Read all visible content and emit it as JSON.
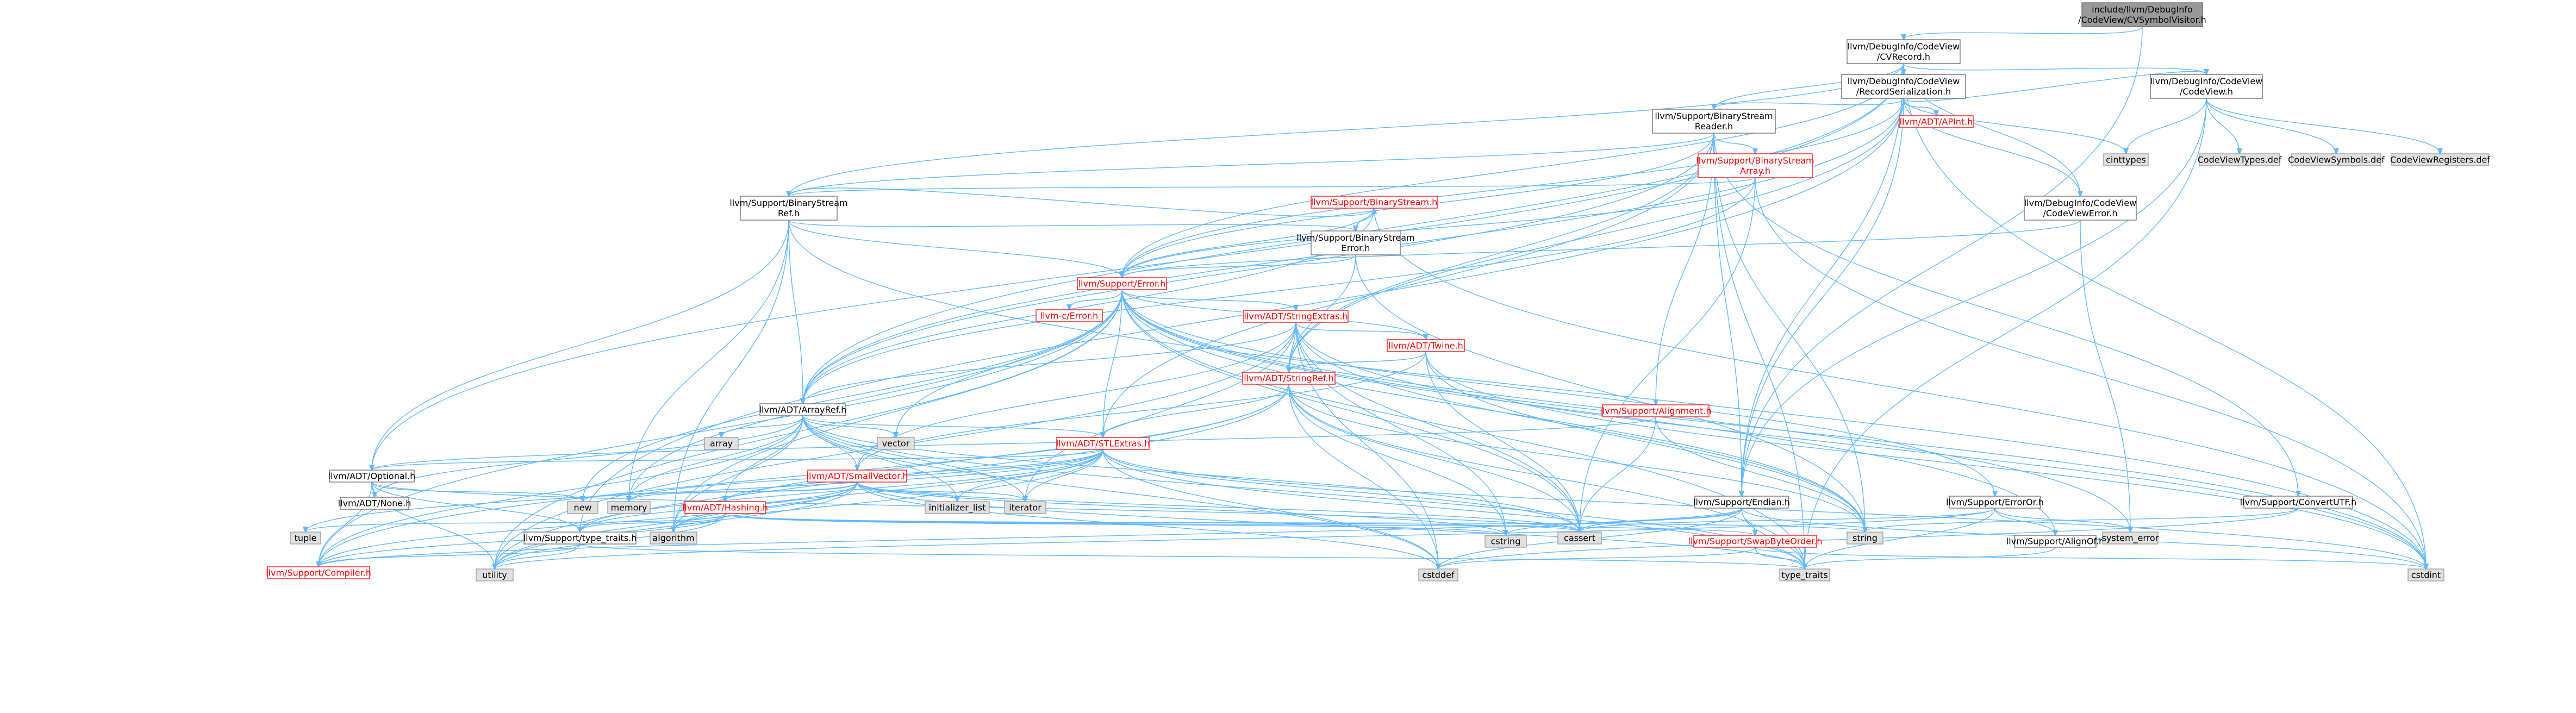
{
  "diagram": {
    "nodes": [
      {
        "id": "root",
        "lines": [
          "include/llvm/DebugInfo",
          "/CodeView/CVSymbolVisitor.h"
        ],
        "kind": "hl"
      },
      {
        "id": "cvrecord",
        "lines": [
          "llvm/DebugInfo/CodeView",
          "/CVRecord.h"
        ],
        "kind": "file"
      },
      {
        "id": "recser",
        "lines": [
          "llvm/DebugInfo/CodeView",
          "/RecordSerialization.h"
        ],
        "kind": "file"
      },
      {
        "id": "codeview",
        "lines": [
          "llvm/DebugInfo/CodeView",
          "/CodeView.h"
        ],
        "kind": "file"
      },
      {
        "id": "bsreader",
        "lines": [
          "llvm/Support/BinaryStream",
          "Reader.h"
        ],
        "kind": "file"
      },
      {
        "id": "apint",
        "lines": [
          "llvm/ADT/APInt.h"
        ],
        "kind": "trunc"
      },
      {
        "id": "cinttypes",
        "lines": [
          "cinttypes"
        ],
        "kind": "sys"
      },
      {
        "id": "cvtypes",
        "lines": [
          "CodeViewTypes.def"
        ],
        "kind": "sys"
      },
      {
        "id": "cvsymbols",
        "lines": [
          "CodeViewSymbols.def"
        ],
        "kind": "sys"
      },
      {
        "id": "cvregs",
        "lines": [
          "CodeViewRegisters.def"
        ],
        "kind": "sys"
      },
      {
        "id": "bsarray",
        "lines": [
          "llvm/Support/BinaryStream",
          "Array.h"
        ],
        "kind": "trunc"
      },
      {
        "id": "bsref",
        "lines": [
          "llvm/Support/BinaryStream",
          "Ref.h"
        ],
        "kind": "file"
      },
      {
        "id": "cverror",
        "lines": [
          "llvm/DebugInfo/CodeView",
          "/CodeViewError.h"
        ],
        "kind": "file"
      },
      {
        "id": "bstream",
        "lines": [
          "llvm/Support/BinaryStream.h"
        ],
        "kind": "trunc"
      },
      {
        "id": "bserror",
        "lines": [
          "llvm/Support/BinaryStream",
          "Error.h"
        ],
        "kind": "file"
      },
      {
        "id": "error",
        "lines": [
          "llvm/Support/Error.h"
        ],
        "kind": "trunc"
      },
      {
        "id": "cerror",
        "lines": [
          "llvm-c/Error.h"
        ],
        "kind": "trunc"
      },
      {
        "id": "strextras",
        "lines": [
          "llvm/ADT/StringExtras.h"
        ],
        "kind": "trunc"
      },
      {
        "id": "twine",
        "lines": [
          "llvm/ADT/Twine.h"
        ],
        "kind": "trunc"
      },
      {
        "id": "stringref",
        "lines": [
          "llvm/ADT/StringRef.h"
        ],
        "kind": "trunc"
      },
      {
        "id": "arrayref",
        "lines": [
          "llvm/ADT/ArrayRef.h"
        ],
        "kind": "file"
      },
      {
        "id": "alignment",
        "lines": [
          "llvm/Support/Alignment.h"
        ],
        "kind": "trunc"
      },
      {
        "id": "array",
        "lines": [
          "array"
        ],
        "kind": "sys"
      },
      {
        "id": "vector",
        "lines": [
          "vector"
        ],
        "kind": "sys"
      },
      {
        "id": "stlextras",
        "lines": [
          "llvm/ADT/STLExtras.h"
        ],
        "kind": "trunc"
      },
      {
        "id": "optional",
        "lines": [
          "llvm/ADT/Optional.h"
        ],
        "kind": "file"
      },
      {
        "id": "smallvector",
        "lines": [
          "llvm/ADT/SmallVector.h"
        ],
        "kind": "trunc"
      },
      {
        "id": "none",
        "lines": [
          "llvm/ADT/None.h"
        ],
        "kind": "file"
      },
      {
        "id": "new",
        "lines": [
          "new"
        ],
        "kind": "sys"
      },
      {
        "id": "memory",
        "lines": [
          "memory"
        ],
        "kind": "sys"
      },
      {
        "id": "hashing",
        "lines": [
          "llvm/ADT/Hashing.h"
        ],
        "kind": "trunc"
      },
      {
        "id": "initlist",
        "lines": [
          "initializer_list"
        ],
        "kind": "sys"
      },
      {
        "id": "iterator",
        "lines": [
          "iterator"
        ],
        "kind": "sys"
      },
      {
        "id": "tuple",
        "lines": [
          "tuple"
        ],
        "kind": "sys"
      },
      {
        "id": "typetraitsh",
        "lines": [
          "llvm/Support/type_traits.h"
        ],
        "kind": "file"
      },
      {
        "id": "algorithm",
        "lines": [
          "algorithm"
        ],
        "kind": "sys"
      },
      {
        "id": "compiler",
        "lines": [
          "llvm/Support/Compiler.h"
        ],
        "kind": "trunc"
      },
      {
        "id": "endian",
        "lines": [
          "llvm/Support/Endian.h"
        ],
        "kind": "file"
      },
      {
        "id": "erroror",
        "lines": [
          "llvm/Support/ErrorOr.h"
        ],
        "kind": "file"
      },
      {
        "id": "convutf",
        "lines": [
          "llvm/Support/ConvertUTF.h"
        ],
        "kind": "file"
      },
      {
        "id": "alignof",
        "lines": [
          "llvm/Support/AlignOf.h"
        ],
        "kind": "file"
      },
      {
        "id": "swapbyte",
        "lines": [
          "llvm/Support/SwapByteOrder.h"
        ],
        "kind": "trunc"
      },
      {
        "id": "cstring",
        "lines": [
          "cstring"
        ],
        "kind": "sys"
      },
      {
        "id": "cassert",
        "lines": [
          "cassert"
        ],
        "kind": "sys"
      },
      {
        "id": "string",
        "lines": [
          "string"
        ],
        "kind": "sys"
      },
      {
        "id": "syserror",
        "lines": [
          "system_error"
        ],
        "kind": "sys"
      },
      {
        "id": "utility",
        "lines": [
          "utility"
        ],
        "kind": "sys"
      },
      {
        "id": "cstddef",
        "lines": [
          "cstddef"
        ],
        "kind": "sys"
      },
      {
        "id": "typetraits",
        "lines": [
          "type_traits"
        ],
        "kind": "sys"
      },
      {
        "id": "cstdint",
        "lines": [
          "cstdint"
        ],
        "kind": "sys"
      }
    ],
    "edges": [
      [
        "root",
        "cvrecord"
      ],
      [
        "root",
        "endian"
      ],
      [
        "cvrecord",
        "recser"
      ],
      [
        "cvrecord",
        "codeview"
      ],
      [
        "cvrecord",
        "cverror"
      ],
      [
        "cvrecord",
        "bsreader"
      ],
      [
        "cvrecord",
        "bsref"
      ],
      [
        "cvrecord",
        "error"
      ],
      [
        "cvrecord",
        "arrayref"
      ],
      [
        "cvrecord",
        "optional"
      ],
      [
        "cvrecord",
        "endian"
      ],
      [
        "cvrecord",
        "cstdint"
      ],
      [
        "recser",
        "apint"
      ],
      [
        "recser",
        "codeview"
      ],
      [
        "recser",
        "cverror"
      ],
      [
        "recser",
        "bsreader"
      ],
      [
        "recser",
        "arrayref"
      ],
      [
        "recser",
        "stringref"
      ],
      [
        "recser",
        "endian"
      ],
      [
        "recser",
        "error"
      ],
      [
        "recser",
        "cinttypes"
      ],
      [
        "recser",
        "typetraitsh"
      ],
      [
        "codeview",
        "cinttypes"
      ],
      [
        "codeview",
        "cvtypes"
      ],
      [
        "codeview",
        "cvsymbols"
      ],
      [
        "codeview",
        "cvregs"
      ],
      [
        "codeview",
        "endian"
      ],
      [
        "codeview",
        "typetraits"
      ],
      [
        "bsreader",
        "bsarray"
      ],
      [
        "bsreader",
        "bsref"
      ],
      [
        "bsreader",
        "arrayref"
      ],
      [
        "bsreader",
        "stlextras"
      ],
      [
        "bsreader",
        "stringref"
      ],
      [
        "bsreader",
        "alignment"
      ],
      [
        "bsreader",
        "convutf"
      ],
      [
        "bsreader",
        "endian"
      ],
      [
        "bsreader",
        "error"
      ],
      [
        "bsreader",
        "typetraits"
      ],
      [
        "bsreader",
        "string"
      ],
      [
        "bsarray",
        "arrayref"
      ],
      [
        "bsarray",
        "bsref"
      ],
      [
        "bsarray",
        "error"
      ],
      [
        "bsarray",
        "cassert"
      ],
      [
        "bsarray",
        "cstdint"
      ],
      [
        "bsref",
        "arrayref"
      ],
      [
        "bsref",
        "optional"
      ],
      [
        "bsref",
        "bstream"
      ],
      [
        "bsref",
        "bserror"
      ],
      [
        "bsref",
        "error"
      ],
      [
        "bsref",
        "algorithm"
      ],
      [
        "bsref",
        "cstdint"
      ],
      [
        "bsref",
        "memory"
      ],
      [
        "cverror",
        "error"
      ],
      [
        "cverror",
        "syserror"
      ],
      [
        "bstream",
        "arrayref"
      ],
      [
        "bstream",
        "bserror"
      ],
      [
        "bstream",
        "error"
      ],
      [
        "bstream",
        "cstdint"
      ],
      [
        "bserror",
        "stringref"
      ],
      [
        "bserror",
        "error"
      ],
      [
        "bserror",
        "string"
      ],
      [
        "error",
        "cerror"
      ],
      [
        "error",
        "strextras"
      ],
      [
        "error",
        "twine"
      ],
      [
        "error",
        "stlextras"
      ],
      [
        "error",
        "compiler"
      ],
      [
        "error",
        "erroror"
      ],
      [
        "error",
        "alignof"
      ],
      [
        "error",
        "cassert"
      ],
      [
        "error",
        "cstdint"
      ],
      [
        "error",
        "memory"
      ],
      [
        "error",
        "new"
      ],
      [
        "error",
        "string"
      ],
      [
        "error",
        "syserror"
      ],
      [
        "error",
        "typetraits"
      ],
      [
        "error",
        "utility"
      ],
      [
        "error",
        "vector"
      ],
      [
        "error",
        "algorithm"
      ],
      [
        "strextras",
        "arrayref"
      ],
      [
        "strextras",
        "smallvector"
      ],
      [
        "strextras",
        "stringref"
      ],
      [
        "strextras",
        "twine"
      ],
      [
        "strextras",
        "cassert"
      ],
      [
        "strextras",
        "cstddef"
      ],
      [
        "strextras",
        "cstdint"
      ],
      [
        "strextras",
        "cstring"
      ],
      [
        "strextras",
        "iterator"
      ],
      [
        "strextras",
        "string"
      ],
      [
        "strextras",
        "utility"
      ],
      [
        "twine",
        "smallvector"
      ],
      [
        "twine",
        "stringref"
      ],
      [
        "twine",
        "cassert"
      ],
      [
        "twine",
        "cstdint"
      ],
      [
        "twine",
        "string"
      ],
      [
        "stringref",
        "stlextras"
      ],
      [
        "stringref",
        "compiler"
      ],
      [
        "stringref",
        "algorithm"
      ],
      [
        "stringref",
        "cassert"
      ],
      [
        "stringref",
        "cstddef"
      ],
      [
        "stringref",
        "cstring"
      ],
      [
        "stringref",
        "limits"
      ],
      [
        "stringref",
        "string"
      ],
      [
        "stringref",
        "typetraits"
      ],
      [
        "stringref",
        "utility"
      ],
      [
        "arrayref",
        "hashing"
      ],
      [
        "arrayref",
        "none"
      ],
      [
        "arrayref",
        "smallvector"
      ],
      [
        "arrayref",
        "stlextras"
      ],
      [
        "arrayref",
        "compiler"
      ],
      [
        "arrayref",
        "algorithm"
      ],
      [
        "arrayref",
        "array"
      ],
      [
        "arrayref",
        "cassert"
      ],
      [
        "arrayref",
        "cstddef"
      ],
      [
        "arrayref",
        "initlist"
      ],
      [
        "arrayref",
        "iterator"
      ],
      [
        "arrayref",
        "memory"
      ],
      [
        "arrayref",
        "typetraits"
      ],
      [
        "arrayref",
        "vector"
      ],
      [
        "alignment",
        "optional"
      ],
      [
        "alignment",
        "cassert"
      ],
      [
        "alignment",
        "string"
      ],
      [
        "stlextras",
        "optional"
      ],
      [
        "stlextras",
        "hashing"
      ],
      [
        "stlextras",
        "typetraitsh"
      ],
      [
        "stlextras",
        "algorithm"
      ],
      [
        "stlextras",
        "cassert"
      ],
      [
        "stlextras",
        "cstddef"
      ],
      [
        "stlextras",
        "cstdint"
      ],
      [
        "stlextras",
        "initlist"
      ],
      [
        "stlextras",
        "iterator"
      ],
      [
        "stlextras",
        "memory"
      ],
      [
        "stlextras",
        "tuple"
      ],
      [
        "stlextras",
        "typetraits"
      ],
      [
        "stlextras",
        "utility"
      ],
      [
        "optional",
        "none"
      ],
      [
        "optional",
        "compiler"
      ],
      [
        "optional",
        "typetraitsh"
      ],
      [
        "optional",
        "cassert"
      ],
      [
        "optional",
        "new"
      ],
      [
        "optional",
        "utility"
      ],
      [
        "smallvector",
        "compiler"
      ],
      [
        "smallvector",
        "typetraitsh"
      ],
      [
        "smallvector",
        "algorithm"
      ],
      [
        "smallvector",
        "cassert"
      ],
      [
        "smallvector",
        "cstddef"
      ],
      [
        "smallvector",
        "cstring"
      ],
      [
        "smallvector",
        "initlist"
      ],
      [
        "smallvector",
        "iterator"
      ],
      [
        "smallvector",
        "memory"
      ],
      [
        "smallvector",
        "new"
      ],
      [
        "smallvector",
        "typetraits"
      ],
      [
        "smallvector",
        "utility"
      ],
      [
        "hashing",
        "compiler"
      ],
      [
        "hashing",
        "swapbyte"
      ],
      [
        "hashing",
        "typetraitsh"
      ],
      [
        "hashing",
        "algorithm"
      ],
      [
        "hashing",
        "cassert"
      ],
      [
        "hashing",
        "cstring"
      ],
      [
        "hashing",
        "string"
      ],
      [
        "hashing",
        "tuple"
      ],
      [
        "hashing",
        "utility"
      ],
      [
        "typetraitsh",
        "compiler"
      ],
      [
        "typetraitsh",
        "typetraits"
      ],
      [
        "typetraitsh",
        "utility"
      ],
      [
        "endian",
        "compiler"
      ],
      [
        "endian",
        "swapbyte"
      ],
      [
        "endian",
        "cassert"
      ],
      [
        "endian",
        "cstddef"
      ],
      [
        "endian",
        "cstdint"
      ],
      [
        "endian",
        "cstring"
      ],
      [
        "endian",
        "typetraits"
      ],
      [
        "erroror",
        "alignof"
      ],
      [
        "erroror",
        "cassert"
      ],
      [
        "erroror",
        "syserror"
      ],
      [
        "erroror",
        "typetraits"
      ],
      [
        "erroror",
        "utility"
      ],
      [
        "convutf",
        "cstddef"
      ],
      [
        "convutf",
        "string"
      ],
      [
        "convutf",
        "system_error_dummy"
      ],
      [
        "alignof",
        "typetraits"
      ],
      [
        "swapbyte",
        "cstddef"
      ],
      [
        "swapbyte",
        "cstdint"
      ],
      [
        "swapbyte",
        "typetraits"
      ]
    ]
  }
}
